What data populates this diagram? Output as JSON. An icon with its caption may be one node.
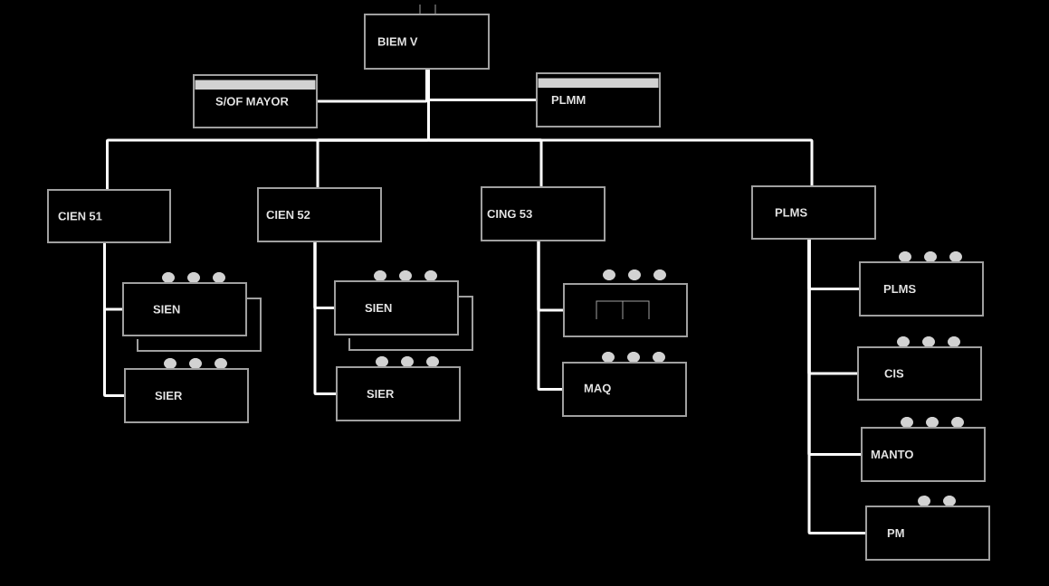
{
  "diagram": {
    "nodes": [
      {
        "text": [
          "BIEM V"
        ]
      },
      {
        "text": [
          "S/OF MAYOR"
        ]
      },
      {
        "text": [
          "PLMM"
        ]
      },
      {
        "text": [
          "CIEN 51"
        ]
      },
      {
        "text": [
          "CIEN 52"
        ]
      },
      {
        "text": [
          "CING 53"
        ]
      },
      {
        "text": [
          "PLMS"
        ]
      },
      {
        "text": [
          "SIEN"
        ]
      },
      {
        "text": [
          "SIER"
        ]
      },
      {
        "text": [
          "SIEN"
        ]
      },
      {
        "text": [
          "SIER"
        ]
      },
      {
        "text": [],
        "shape": "box"
      },
      {
        "text": [
          "MAQ"
        ]
      },
      {
        "text": [
          "PLMS"
        ]
      },
      {
        "text": [
          "CIS"
        ]
      },
      {
        "text": [
          "MANTO"
        ]
      },
      {
        "text": [
          "PM"
        ]
      }
    ],
    "edges": [
      {
        "from": 0,
        "to": 1,
        "arrow": "none"
      },
      {
        "from": 0,
        "to": 2,
        "arrow": "none"
      },
      {
        "from": 0,
        "to": 3,
        "arrow": "none"
      },
      {
        "from": 0,
        "to": 4,
        "arrow": "none"
      },
      {
        "from": 0,
        "to": 5,
        "arrow": "none"
      },
      {
        "from": 0,
        "to": 6,
        "arrow": "none"
      },
      {
        "from": 3,
        "to": 7,
        "arrow": "none"
      },
      {
        "from": 3,
        "to": 8,
        "arrow": "none"
      },
      {
        "from": 4,
        "to": 9,
        "arrow": "none"
      },
      {
        "from": 4,
        "to": 10,
        "arrow": "none"
      },
      {
        "from": 5,
        "to": 11,
        "arrow": "none"
      },
      {
        "from": 5,
        "to": 12,
        "arrow": "none"
      },
      {
        "from": 6,
        "to": 13,
        "arrow": "none"
      },
      {
        "from": 6,
        "to": 14,
        "arrow": "none"
      },
      {
        "from": 6,
        "to": 15,
        "arrow": "none"
      },
      {
        "from": 6,
        "to": 16,
        "arrow": "none"
      }
    ]
  }
}
